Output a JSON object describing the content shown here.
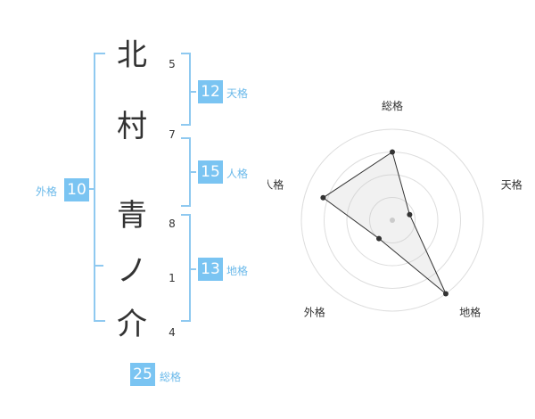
{
  "name": {
    "characters": [
      {
        "char": "北",
        "strokes": "5"
      },
      {
        "char": "村",
        "strokes": "7"
      },
      {
        "char": "青",
        "strokes": "8"
      },
      {
        "char": "ノ",
        "strokes": "1"
      },
      {
        "char": "介",
        "strokes": "4"
      }
    ]
  },
  "fortunes": {
    "tenkaku": {
      "value": "12",
      "label": "天格"
    },
    "jinkaku": {
      "value": "15",
      "label": "人格"
    },
    "chikaku": {
      "value": "13",
      "label": "地格"
    },
    "gaikaku": {
      "value": "10",
      "label": "外格"
    },
    "soukaku": {
      "value": "25",
      "label": "総格"
    }
  },
  "colors": {
    "accent": "#7ac4f2",
    "bracket": "#8fc9f0",
    "text": "#333333"
  },
  "chart_data": {
    "type": "radar",
    "axes": [
      "総格",
      "天格",
      "地格",
      "外格",
      "人格"
    ],
    "values": [
      0.75,
      0.2,
      1.0,
      0.25,
      0.8
    ],
    "range": [
      0,
      1
    ],
    "rings": 4,
    "grid": true
  }
}
